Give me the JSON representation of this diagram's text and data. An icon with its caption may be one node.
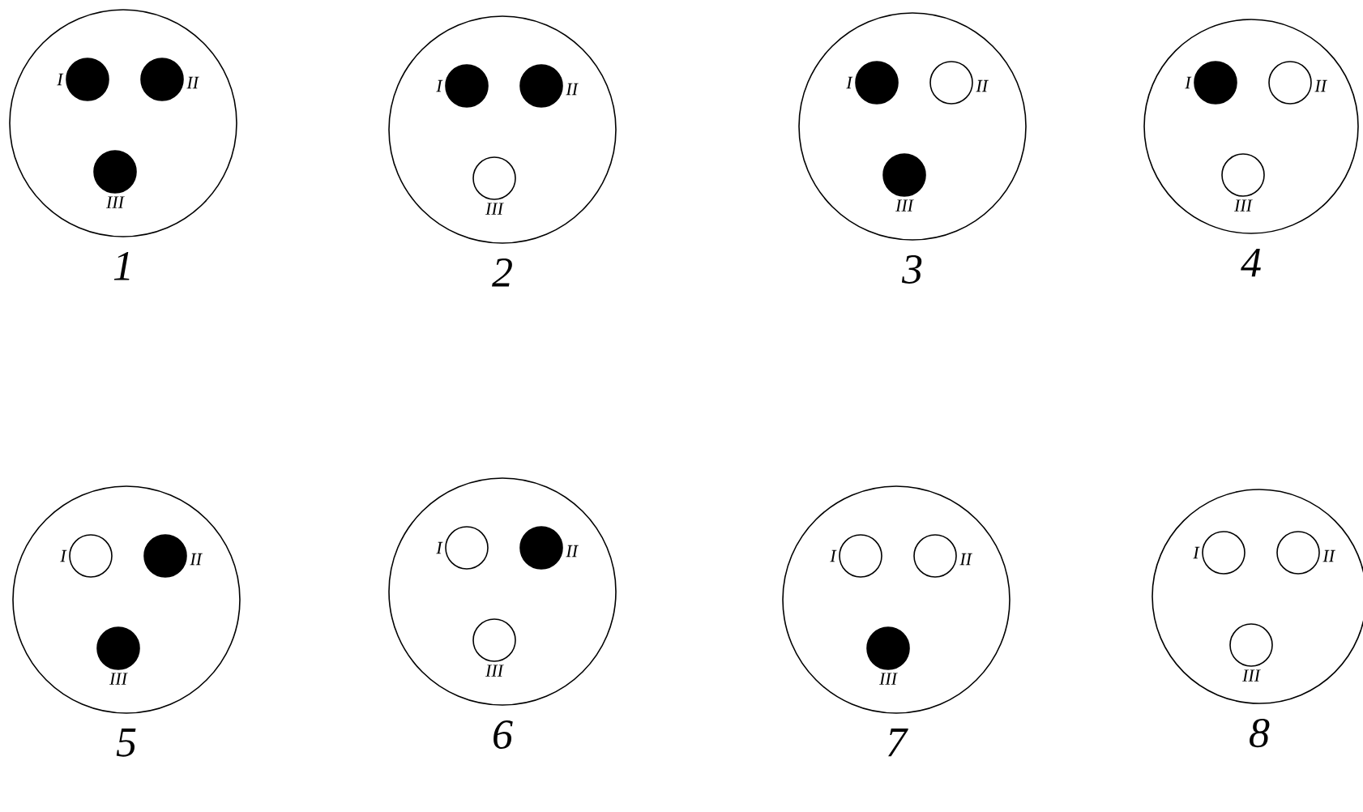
{
  "diagram": {
    "nodes": [
      {
        "text": [],
        "shape": "circle",
        "beside": [
          "1"
        ]
      },
      {
        "text": [],
        "shape": "dot",
        "in": 0,
        "beside": [
          "I"
        ]
      },
      {
        "text": [],
        "shape": "dot",
        "in": 0,
        "beside": [
          "II"
        ]
      },
      {
        "text": [],
        "shape": "dot",
        "in": 0,
        "beside": [
          "III"
        ]
      },
      {
        "text": [],
        "shape": "circle",
        "beside": [
          "2"
        ]
      },
      {
        "text": [],
        "shape": "dot",
        "in": 4,
        "beside": [
          "I"
        ]
      },
      {
        "text": [],
        "shape": "dot",
        "in": 4,
        "beside": [
          "II"
        ]
      },
      {
        "text": [],
        "shape": "circle",
        "in": 4,
        "beside": [
          "III"
        ]
      },
      {
        "text": [],
        "shape": "circle",
        "beside": [
          "3"
        ]
      },
      {
        "text": [],
        "shape": "dot",
        "in": 8,
        "beside": [
          "I"
        ]
      },
      {
        "text": [],
        "shape": "circle",
        "in": 8,
        "beside": [
          "II"
        ]
      },
      {
        "text": [],
        "shape": "dot",
        "in": 8,
        "beside": [
          "III"
        ]
      },
      {
        "text": [],
        "shape": "circle",
        "beside": [
          "4"
        ]
      },
      {
        "text": [],
        "shape": "dot",
        "in": 12,
        "beside": [
          "I"
        ]
      },
      {
        "text": [],
        "shape": "circle",
        "in": 12,
        "beside": [
          "II"
        ]
      },
      {
        "text": [],
        "shape": "circle",
        "in": 12,
        "beside": [
          "III"
        ]
      },
      {
        "text": [],
        "shape": "circle",
        "beside": [
          "5"
        ]
      },
      {
        "text": [],
        "shape": "circle",
        "in": 16,
        "beside": [
          "I"
        ]
      },
      {
        "text": [],
        "shape": "dot",
        "in": 16,
        "beside": [
          "II"
        ]
      },
      {
        "text": [],
        "shape": "dot",
        "in": 16,
        "beside": [
          "III"
        ]
      },
      {
        "text": [],
        "shape": "circle",
        "beside": [
          "6"
        ]
      },
      {
        "text": [],
        "shape": "circle",
        "in": 20,
        "beside": [
          "I"
        ]
      },
      {
        "text": [],
        "shape": "dot",
        "in": 20,
        "beside": [
          "II"
        ]
      },
      {
        "text": [],
        "shape": "circle",
        "in": 20,
        "beside": [
          "III"
        ]
      },
      {
        "text": [],
        "shape": "circle",
        "beside": [
          "7"
        ]
      },
      {
        "text": [],
        "shape": "circle",
        "in": 24,
        "beside": [
          "I"
        ]
      },
      {
        "text": [],
        "shape": "circle",
        "in": 24,
        "beside": [
          "II"
        ]
      },
      {
        "text": [],
        "shape": "dot",
        "in": 24,
        "beside": [
          "III"
        ]
      },
      {
        "text": [],
        "shape": "circle",
        "beside": [
          "8"
        ]
      },
      {
        "text": [],
        "shape": "circle",
        "in": 28,
        "beside": [
          "I"
        ]
      },
      {
        "text": [],
        "shape": "circle",
        "in": 28,
        "beside": [
          "II"
        ]
      },
      {
        "text": [],
        "shape": "circle",
        "in": 28,
        "beside": [
          "III"
        ]
      }
    ]
  }
}
